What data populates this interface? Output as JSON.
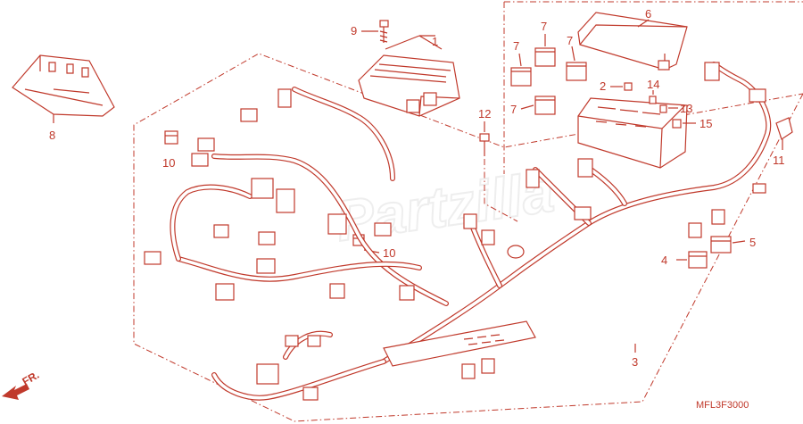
{
  "diagram": {
    "callouts": {
      "p1": "1",
      "p2": "2",
      "p3": "3",
      "p4": "4",
      "p5": "5",
      "p6": "6",
      "p7a": "7",
      "p7b": "7",
      "p7c": "7",
      "p7d": "7",
      "p8": "8",
      "p9": "9",
      "p10a": "10",
      "p10b": "10",
      "p11": "11",
      "p12": "12",
      "p13": "13",
      "p14": "14",
      "p15": "15"
    },
    "code": "MFL3F3000",
    "direction": "FR.",
    "watermark": "Partzilla"
  },
  "colors": {
    "line": "#c0392b",
    "background": "#ffffff"
  }
}
